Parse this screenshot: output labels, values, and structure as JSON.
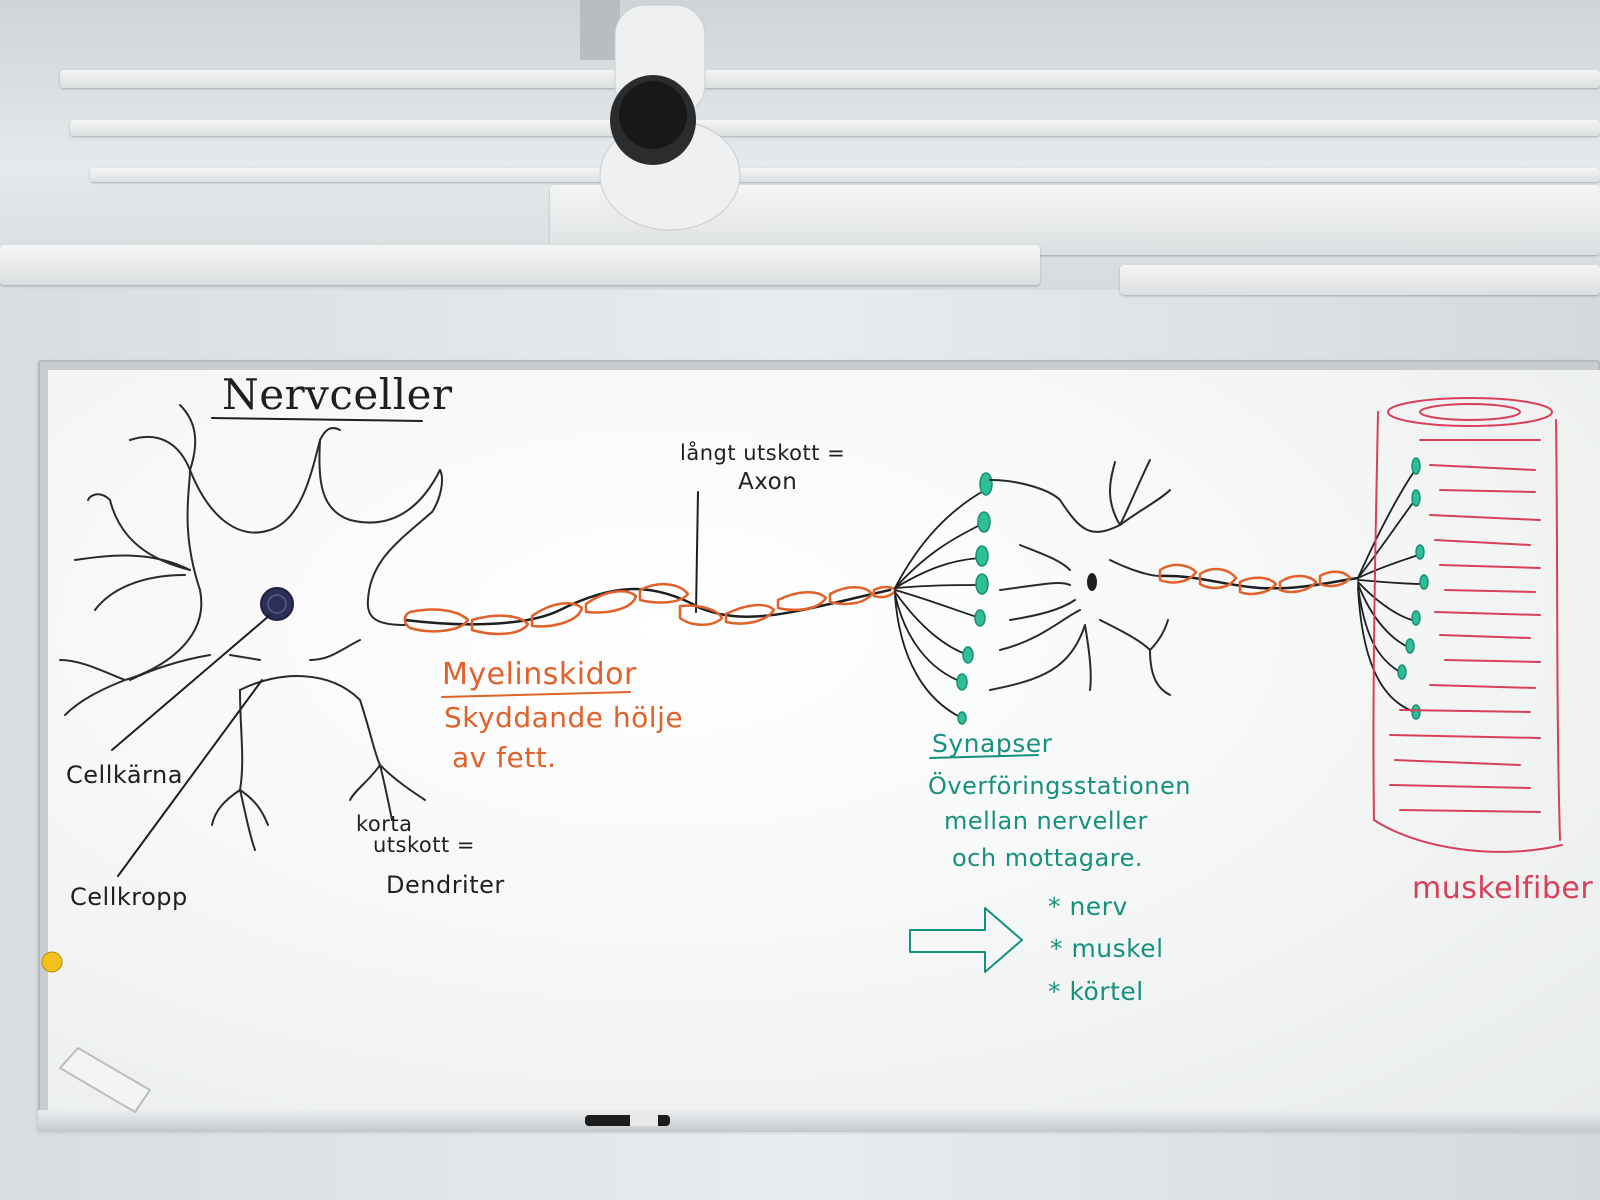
{
  "board": {
    "title": "Nervceller",
    "labels": {
      "cellkarna": "Cellkärna",
      "cellkropp": "Cellkropp",
      "korta": "korta",
      "utskott": "utskott =",
      "dendriter": "Dendriter",
      "langt_utskott": "långt utskott =",
      "axon": "Axon",
      "myelinskidor": "Myelinskidor",
      "skyddande": "Skyddande hölje",
      "av_fett": "av fett.",
      "synapser": "Synapser",
      "overforing_1": "Överföringsstationen",
      "overforing_2": "mellan nerveller",
      "overforing_3": "och mottagare.",
      "nerv": "* nerv",
      "muskel": "* muskel",
      "kortel": "* körtel",
      "muskelfiber": "muskelfiber"
    }
  },
  "colors": {
    "black_marker": "#1f1f22",
    "orange_marker": "#e0622a",
    "teal_marker": "#15917e",
    "pink_marker": "#d8405a",
    "whiteboard": "#f7f8f8"
  },
  "icons": {
    "projector": "projector-icon",
    "magnet": "magnet-icon",
    "eraser": "eraser-icon",
    "marker": "marker-icon"
  }
}
